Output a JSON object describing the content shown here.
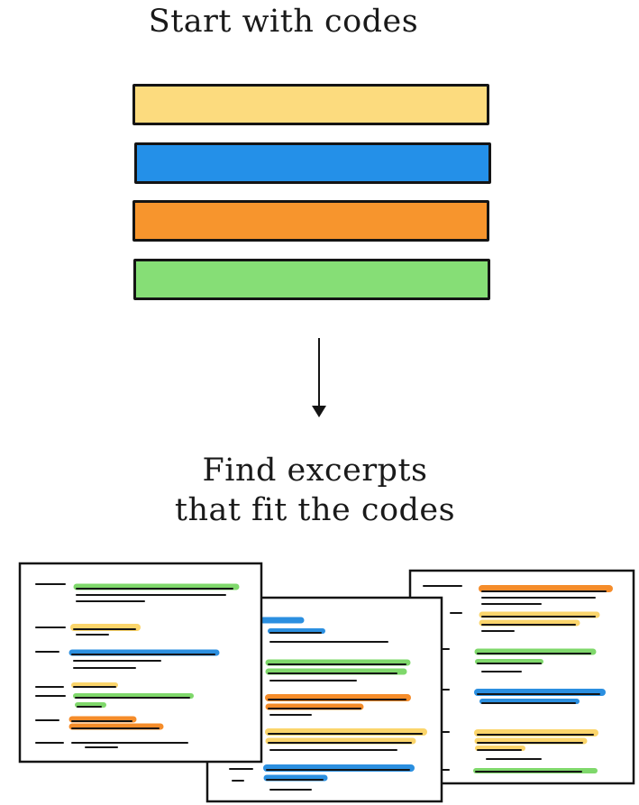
{
  "titles": {
    "top": "Start with codes",
    "bottom_line1": "Find excerpts",
    "bottom_line2": "that fit the codes"
  },
  "codes": [
    {
      "name": "yellow",
      "color": "#fcdb7e"
    },
    {
      "name": "blue",
      "color": "#2490e8"
    },
    {
      "name": "orange",
      "color": "#f7952d"
    },
    {
      "name": "green",
      "color": "#86de76"
    }
  ],
  "colors": {
    "ink": "#141414",
    "paper": "#ffffff",
    "highlight_yellow": "#fbd56b",
    "highlight_blue": "#2b8fe0",
    "highlight_orange": "#f58c2a",
    "highlight_green": "#7fd86b"
  }
}
